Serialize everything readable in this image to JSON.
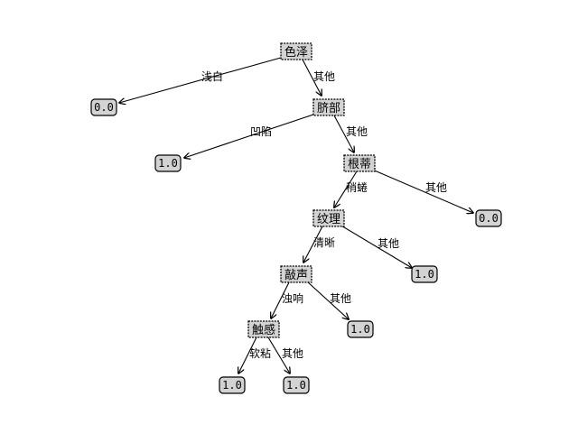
{
  "tree": {
    "nodes": {
      "n1": "色泽",
      "n2": "脐部",
      "n3": "根蒂",
      "n4": "纹理",
      "n5": "敲声",
      "n6": "触感"
    },
    "leaves": {
      "l1": "0.0",
      "l2": "1.0",
      "l3": "0.0",
      "l4": "1.0",
      "l5": "1.0",
      "l6": "1.0",
      "l7": "1.0"
    },
    "edges": {
      "e1": "浅白",
      "e2": "其他",
      "e3": "凹陷",
      "e4": "其他",
      "e5": "稍蜷",
      "e6": "其他",
      "e7": "清晰",
      "e8": "其他",
      "e9": "浊响",
      "e10": "其他",
      "e11": "软粘",
      "e12": "其他"
    }
  }
}
